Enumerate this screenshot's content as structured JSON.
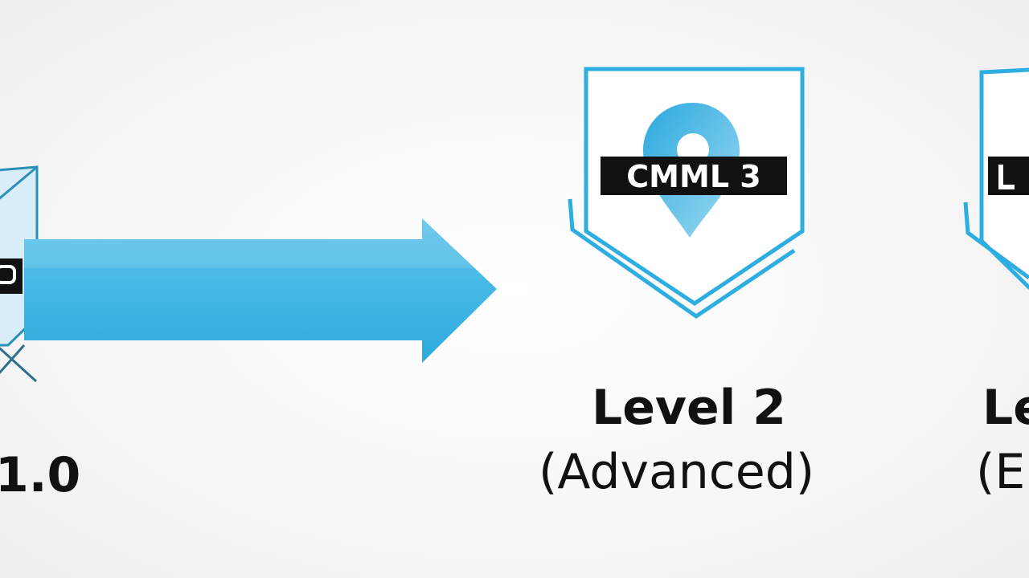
{
  "colors": {
    "accent": "#2eaee0",
    "accent_light": "#8fd3ef",
    "arrow": "#3db3e3",
    "badge_label_bg": "#111111",
    "text": "#111111"
  },
  "levels": [
    {
      "id": "level-1",
      "title_fragment": "1.0",
      "badge_label": ""
    },
    {
      "id": "level-2",
      "title": "Level 2",
      "subtitle": "(Advanced)",
      "badge_label": "CMML 3"
    },
    {
      "id": "level-3",
      "title_fragment": "Le",
      "subtitle_fragment": "(E",
      "badge_label": ""
    }
  ],
  "arrow": {
    "direction": "right",
    "icon": "right-arrow-icon"
  }
}
